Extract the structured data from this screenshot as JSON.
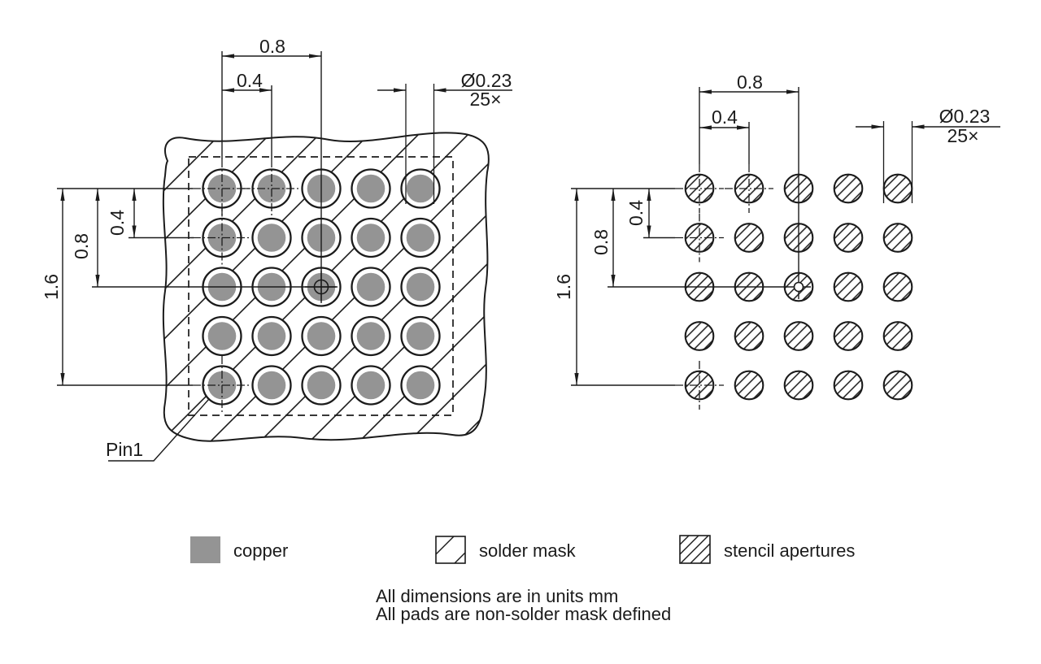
{
  "left_view": {
    "description": "copper pads with solder mask view",
    "dims": {
      "pitch_2x_h": "0.8",
      "pitch_h": "0.4",
      "span_v": "1.6",
      "pitch_2x_v": "0.8",
      "pitch_v": "0.4",
      "pad_diameter": "Ø0.23",
      "pad_count": "25×"
    },
    "pin1_label": "Pin1"
  },
  "right_view": {
    "description": "stencil apertures view",
    "dims": {
      "pitch_2x_h": "0.8",
      "pitch_h": "0.4",
      "span_v": "1.6",
      "pitch_2x_v": "0.8",
      "pitch_v": "0.4",
      "pad_diameter": "Ø0.23",
      "pad_count": "25×"
    }
  },
  "legend": {
    "items": [
      {
        "swatch": "copper-fill",
        "label": "copper"
      },
      {
        "swatch": "sparse-hatch",
        "label": "solder mask"
      },
      {
        "swatch": "dense-hatch",
        "label": "stencil apertures"
      }
    ]
  },
  "notes": {
    "line1": "All dimensions are in units mm",
    "line2": "All pads are non-solder mask defined"
  },
  "grid": {
    "rows": 5,
    "cols": 5,
    "pitch_mm": 0.4,
    "pad_diameter_mm": 0.23,
    "pad_count": 25
  },
  "colors": {
    "line": "#1b1b1b",
    "copper": "#949494",
    "background": "#ffffff"
  }
}
